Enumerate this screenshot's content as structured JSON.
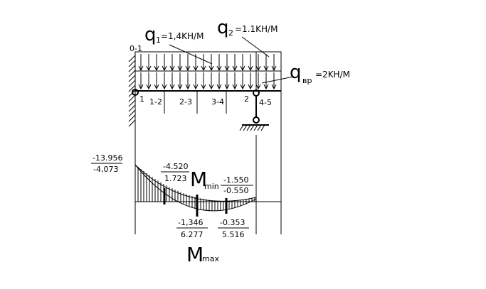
{
  "loads": {
    "q1": {
      "symbol": "q",
      "sub": "1",
      "value": "=1,4KH/M"
    },
    "q2": {
      "symbol": "q",
      "sub": "2",
      "value": "=1.1KH/M"
    },
    "qvr": {
      "symbol": "q",
      "sub": "вр",
      "value": "=2KH/M"
    }
  },
  "nodes": {
    "n0": "0-1",
    "n1": "1",
    "n2": "2",
    "s12": "1-2",
    "s23": "2-3",
    "s34": "3-4",
    "s45": "4-5"
  },
  "moments": {
    "support_left": {
      "num": "-13.956",
      "den": "-4,073"
    },
    "min_left": {
      "num": "-4.520",
      "den": "1.723"
    },
    "min_right": {
      "num": "-1.550",
      "den": "-0.550"
    },
    "max_left": {
      "num": "-1,346",
      "den": "6.277"
    },
    "max_right": {
      "num": "-0.353",
      "den": "5.516"
    }
  },
  "labels": {
    "mmin_main": "M",
    "mmin_sub": "min",
    "mmax_main": "M",
    "mmax_sub": "max"
  }
}
